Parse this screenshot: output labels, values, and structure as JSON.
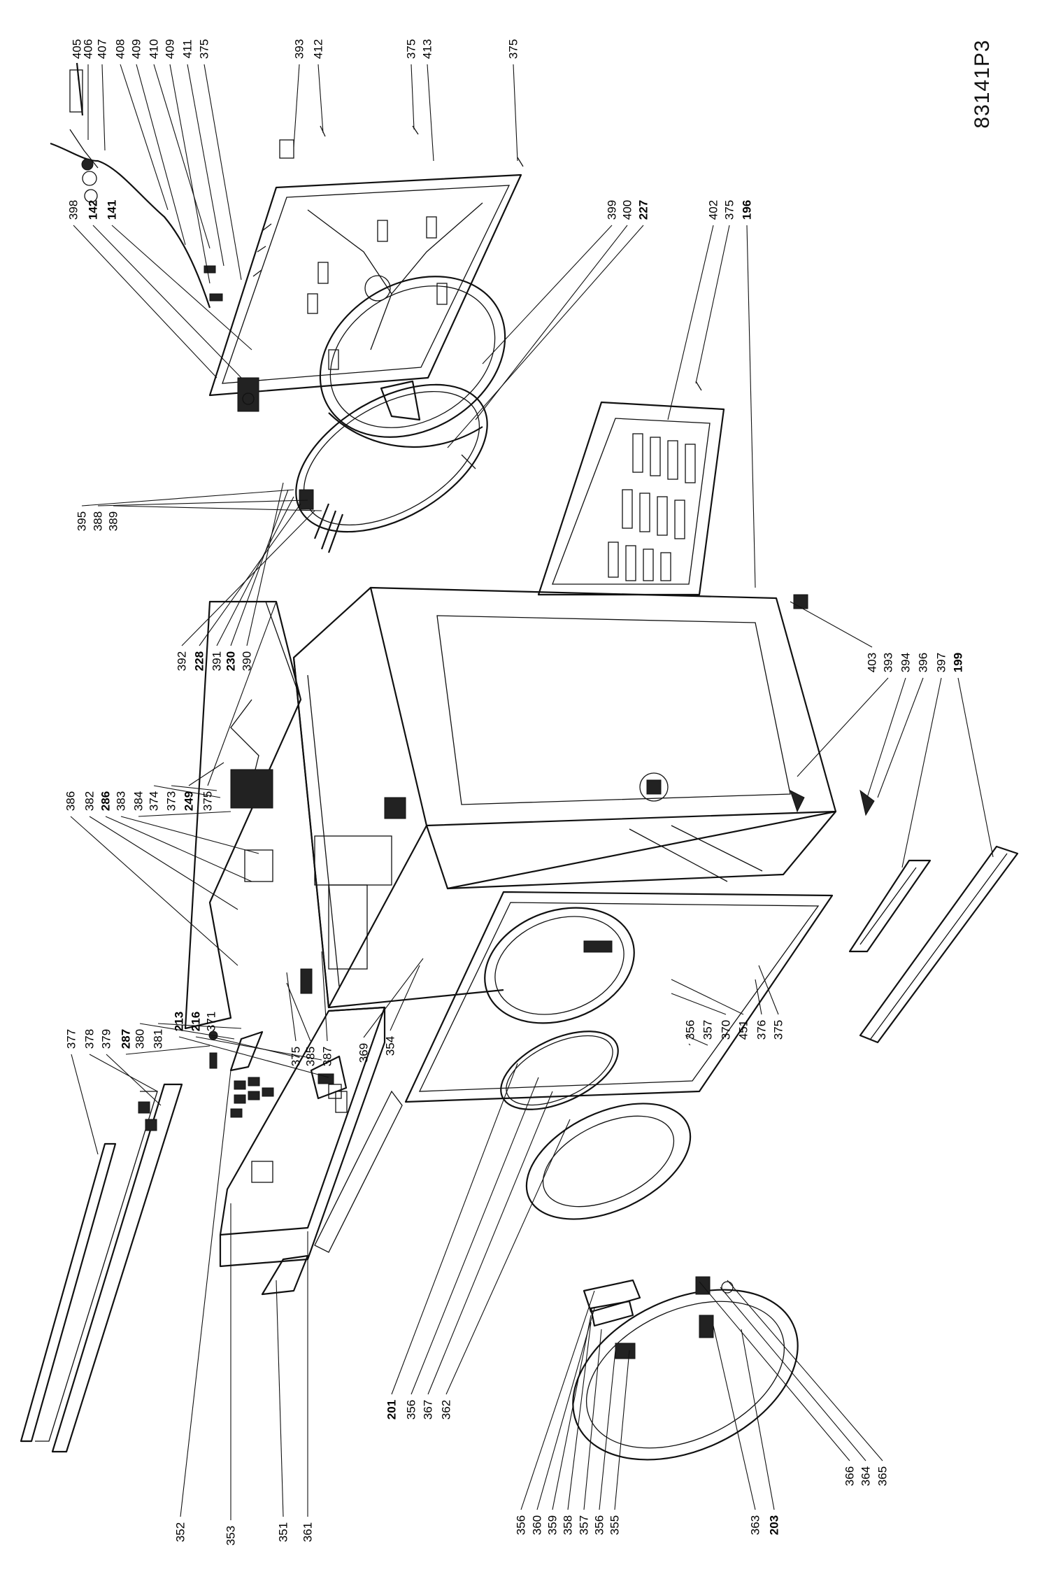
{
  "drawing_code": "83141P3",
  "labels": [
    {
      "text": "405",
      "bold": false
    },
    {
      "text": "406",
      "bold": false
    },
    {
      "text": "407",
      "bold": false
    },
    {
      "text": "408",
      "bold": false
    },
    {
      "text": "409",
      "bold": false
    },
    {
      "text": "410",
      "bold": false
    },
    {
      "text": "409",
      "bold": false
    },
    {
      "text": "411",
      "bold": false
    },
    {
      "text": "375",
      "bold": false
    },
    {
      "text": "393",
      "bold": false
    },
    {
      "text": "412",
      "bold": false
    },
    {
      "text": "375",
      "bold": false
    },
    {
      "text": "413",
      "bold": false
    },
    {
      "text": "375",
      "bold": false
    },
    {
      "text": "398",
      "bold": false
    },
    {
      "text": "142",
      "bold": true
    },
    {
      "text": "141",
      "bold": true
    },
    {
      "text": "399",
      "bold": false
    },
    {
      "text": "400",
      "bold": false
    },
    {
      "text": "227",
      "bold": true
    },
    {
      "text": "402",
      "bold": false
    },
    {
      "text": "375",
      "bold": false
    },
    {
      "text": "196",
      "bold": true
    },
    {
      "text": "395",
      "bold": false
    },
    {
      "text": "388",
      "bold": false
    },
    {
      "text": "389",
      "bold": false
    },
    {
      "text": "386",
      "bold": false
    },
    {
      "text": "382",
      "bold": false
    },
    {
      "text": "286",
      "bold": true
    },
    {
      "text": "383",
      "bold": false
    },
    {
      "text": "384",
      "bold": false
    },
    {
      "text": "374",
      "bold": false
    },
    {
      "text": "373",
      "bold": false
    },
    {
      "text": "249",
      "bold": true
    },
    {
      "text": "375",
      "bold": false
    },
    {
      "text": "392",
      "bold": false
    },
    {
      "text": "228",
      "bold": true
    },
    {
      "text": "391",
      "bold": false
    },
    {
      "text": "230",
      "bold": true
    },
    {
      "text": "390",
      "bold": false
    },
    {
      "text": "403",
      "bold": false
    },
    {
      "text": "393",
      "bold": false
    },
    {
      "text": "394",
      "bold": false
    },
    {
      "text": "396",
      "bold": false
    },
    {
      "text": "397",
      "bold": false
    },
    {
      "text": "199",
      "bold": true
    },
    {
      "text": "377",
      "bold": false
    },
    {
      "text": "378",
      "bold": false
    },
    {
      "text": "379",
      "bold": false
    },
    {
      "text": "287",
      "bold": true
    },
    {
      "text": "380",
      "bold": false
    },
    {
      "text": "381",
      "bold": false
    },
    {
      "text": "213",
      "bold": true
    },
    {
      "text": "216",
      "bold": true
    },
    {
      "text": "371",
      "bold": false
    },
    {
      "text": "375",
      "bold": false
    },
    {
      "text": "385",
      "bold": false
    },
    {
      "text": "387",
      "bold": false
    },
    {
      "text": "369",
      "bold": false
    },
    {
      "text": "354",
      "bold": false
    },
    {
      "text": "201",
      "bold": true
    },
    {
      "text": "356",
      "bold": false
    },
    {
      "text": "367",
      "bold": false
    },
    {
      "text": "362",
      "bold": false
    },
    {
      "text": "356",
      "bold": false
    },
    {
      "text": "357",
      "bold": false
    },
    {
      "text": "370",
      "bold": false
    },
    {
      "text": "451",
      "bold": false
    },
    {
      "text": "376",
      "bold": false
    },
    {
      "text": "375",
      "bold": false
    },
    {
      "text": "352",
      "bold": false
    },
    {
      "text": "353",
      "bold": false
    },
    {
      "text": "351",
      "bold": false
    },
    {
      "text": "361",
      "bold": false
    },
    {
      "text": "356",
      "bold": false
    },
    {
      "text": "360",
      "bold": false
    },
    {
      "text": "359",
      "bold": false
    },
    {
      "text": "358",
      "bold": false
    },
    {
      "text": "357",
      "bold": false
    },
    {
      "text": "356",
      "bold": false
    },
    {
      "text": "355",
      "bold": false
    },
    {
      "text": "363",
      "bold": false
    },
    {
      "text": "203",
      "bold": true
    },
    {
      "text": "366",
      "bold": false
    },
    {
      "text": "364",
      "bold": false
    },
    {
      "text": "365",
      "bold": false
    }
  ]
}
